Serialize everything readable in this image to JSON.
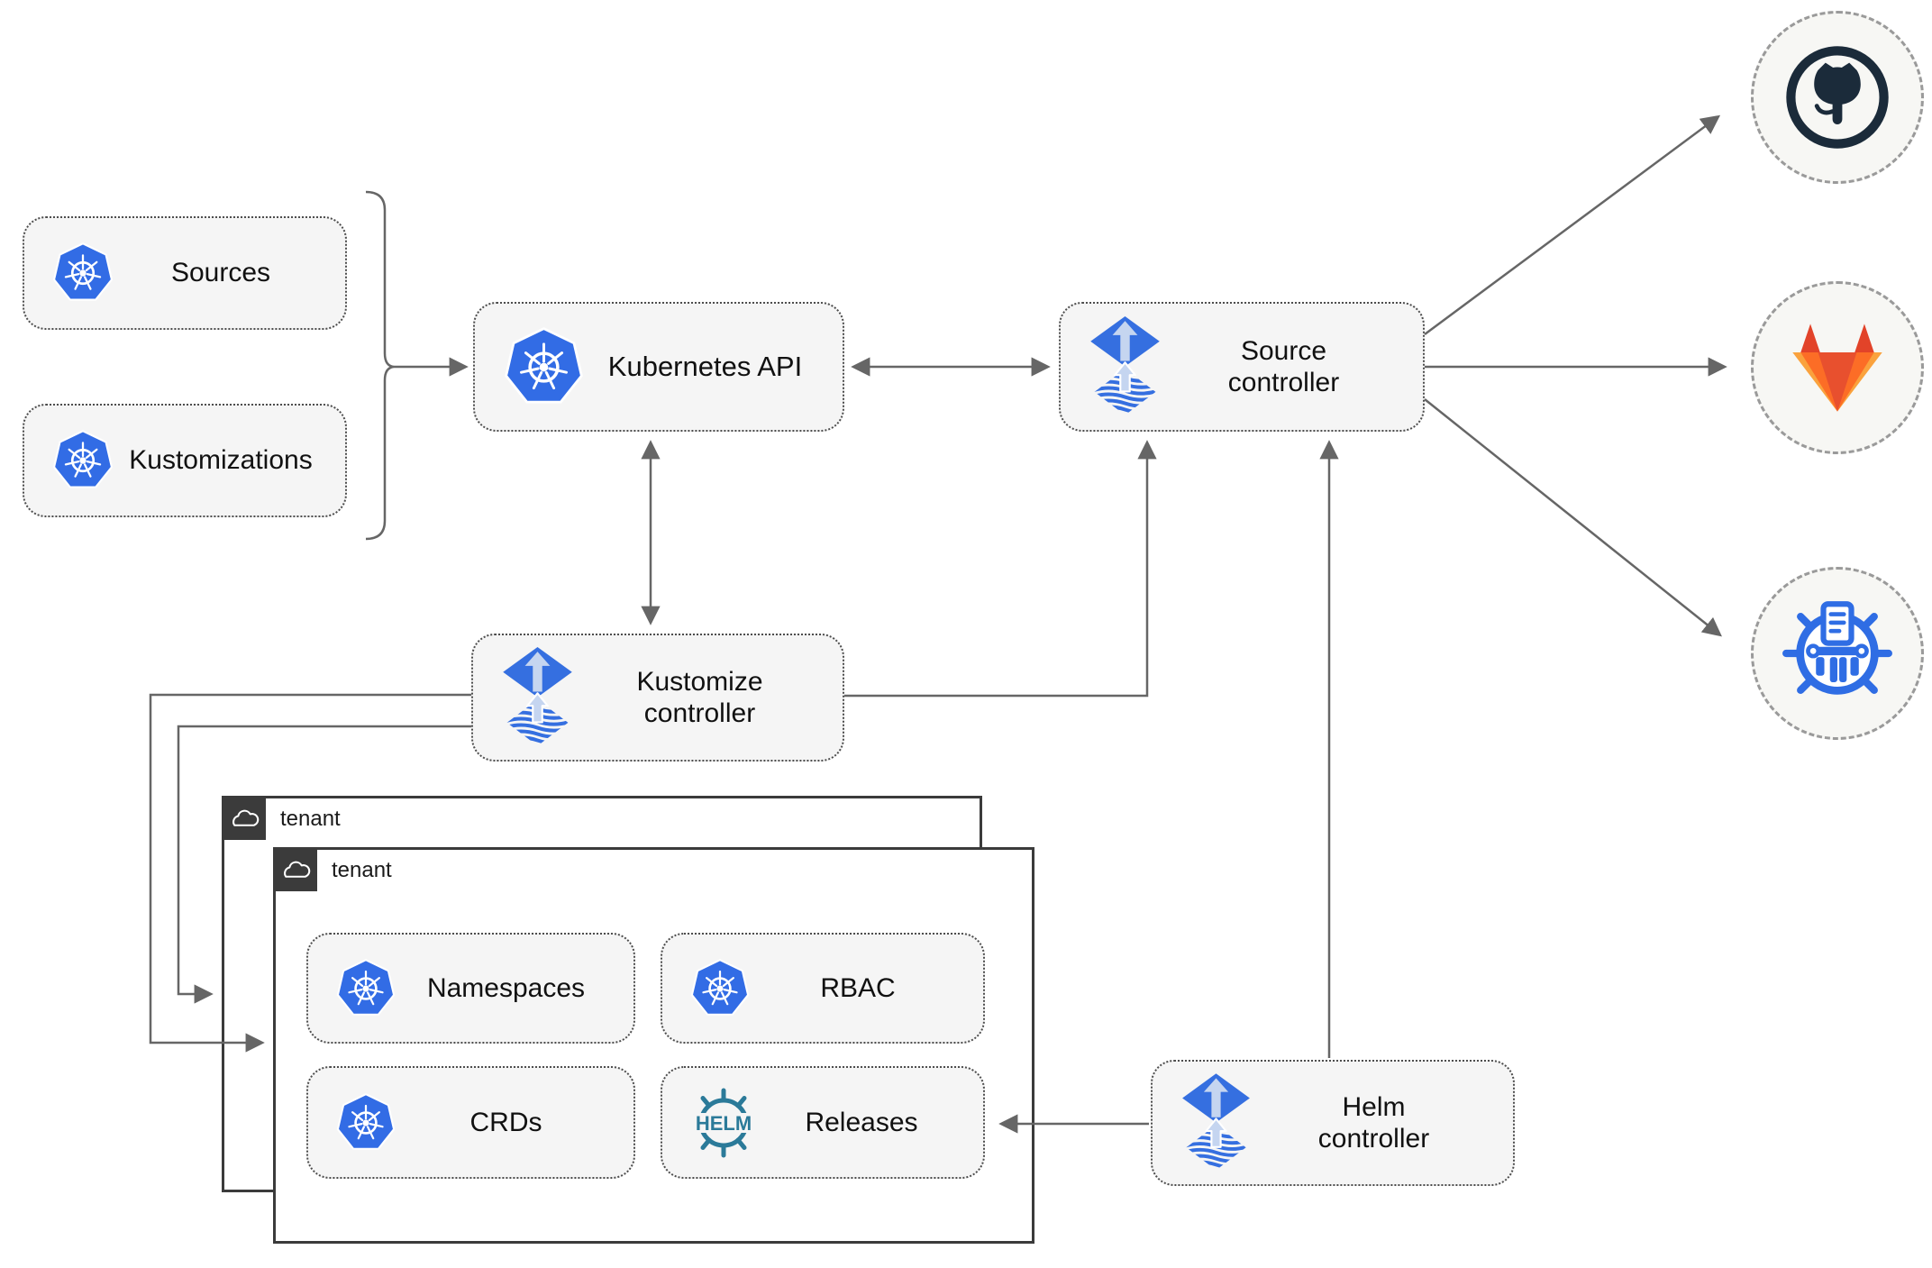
{
  "diagram": {
    "nodes": {
      "sources": {
        "label": "Sources",
        "icon": "kubernetes-icon"
      },
      "kustomizations": {
        "label": "Kustomizations",
        "icon": "kubernetes-icon"
      },
      "kubernetes_api": {
        "label": "Kubernetes API",
        "icon": "kubernetes-icon"
      },
      "source_controller": {
        "line1": "Source",
        "line2": "controller",
        "icon": "flux-icon"
      },
      "kustomize_controller": {
        "line1": "Kustomize",
        "line2": "controller",
        "icon": "flux-icon"
      },
      "helm_controller": {
        "line1": "Helm",
        "line2": "controller",
        "icon": "flux-icon"
      },
      "namespaces": {
        "label": "Namespaces",
        "icon": "kubernetes-icon"
      },
      "rbac": {
        "label": "RBAC",
        "icon": "kubernetes-icon"
      },
      "crds": {
        "label": "CRDs",
        "icon": "kubernetes-icon"
      },
      "releases": {
        "label": "Releases",
        "icon": "helm-icon"
      }
    },
    "tenants": {
      "outer": {
        "label": "tenant",
        "icon": "cloud-icon"
      },
      "inner": {
        "label": "tenant",
        "icon": "cloud-icon"
      }
    },
    "remotes": {
      "github": {
        "icon": "github-icon"
      },
      "gitlab": {
        "icon": "gitlab-icon"
      },
      "chartmuseum": {
        "icon": "chartmuseum-icon"
      }
    },
    "icons": {
      "helm_logo_text": "HELM"
    },
    "colors": {
      "kubernetes_blue": "#326ce5",
      "flux_blue": "#356fe0",
      "flux_light_arrow": "#c5d5f0",
      "helm_teal": "#2b7a99",
      "github_dark": "#1b2b3a",
      "gitlab_red": "#e24329",
      "gitlab_orange": "#fc6d26",
      "gitlab_yellow": "#faa23d",
      "chartmuseum_blue": "#2f6de4",
      "connector_gray": "#666666",
      "node_fill": "#f5f5f5",
      "tenant_border": "#3b3b3b"
    }
  }
}
